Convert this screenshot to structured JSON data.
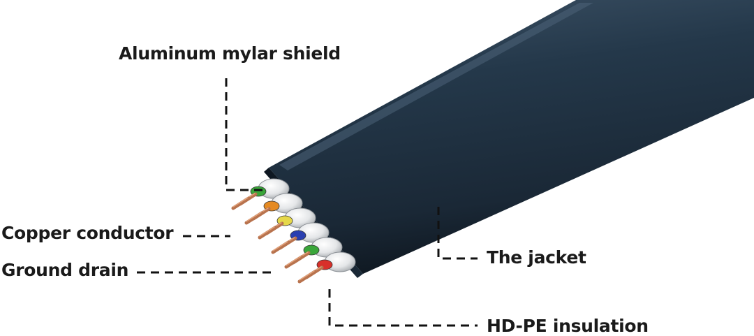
{
  "labels": {
    "shield": "Aluminum mylar shield",
    "copper": "Copper conductor",
    "ground": "Ground drain",
    "jacket": "The jacket",
    "insulation": "HD-PE insulation"
  },
  "colors": {
    "jacket": "#1e2c3a",
    "jacket_highlight": "#3d5266",
    "shield": "#e6e8ea",
    "copper": "#b8734e",
    "leader": "#111111"
  },
  "wire_colors": [
    "#3aa63a",
    "#e58a22",
    "#e6d84a",
    "#2a3fb0",
    "#3aa63a",
    "#d8302a"
  ]
}
